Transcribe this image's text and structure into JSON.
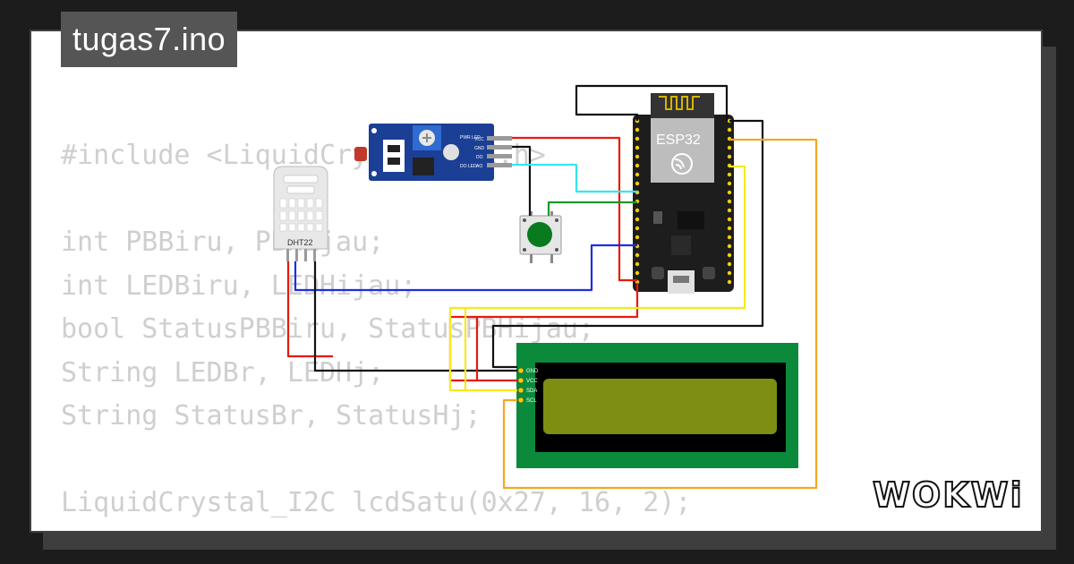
{
  "project": {
    "filename": "tugas7.ino"
  },
  "code_lines": [
    "#include <LiquidCrystal_I2C.h>",
    "",
    "int PBBiru, PBHijau;",
    "int LEDBiru, LEDHijau;",
    "bool StatusPBBiru, StatusPBHijau;",
    "String LEDBr, LEDHj;",
    "String StatusBr, StatusHj;",
    "",
    "LiquidCrystal_I2C lcdSatu(0x27, 16, 2);"
  ],
  "components": {
    "esp32": {
      "label": "ESP32"
    },
    "dht": {
      "label": "DHT22"
    },
    "ldr_module": {
      "pins": [
        "VCC",
        "GND",
        "DO",
        "AO"
      ],
      "led_labels": [
        "PWR LED",
        "DO LED"
      ]
    },
    "lcd": {
      "pins": [
        "GND",
        "VCC",
        "SDA",
        "SCL"
      ]
    }
  },
  "branding": {
    "logo_text": "WOKWi"
  },
  "colors": {
    "wire_red": "#e8190c",
    "wire_black": "#111111",
    "wire_blue": "#1a2fe0",
    "wire_cyan": "#35e6ee",
    "wire_green": "#1b9a2a",
    "wire_yellow": "#f6ea1a",
    "wire_orange": "#f5a623",
    "lcd_board": "#0b8a3c",
    "lcd_screen": "#7d8e12"
  }
}
